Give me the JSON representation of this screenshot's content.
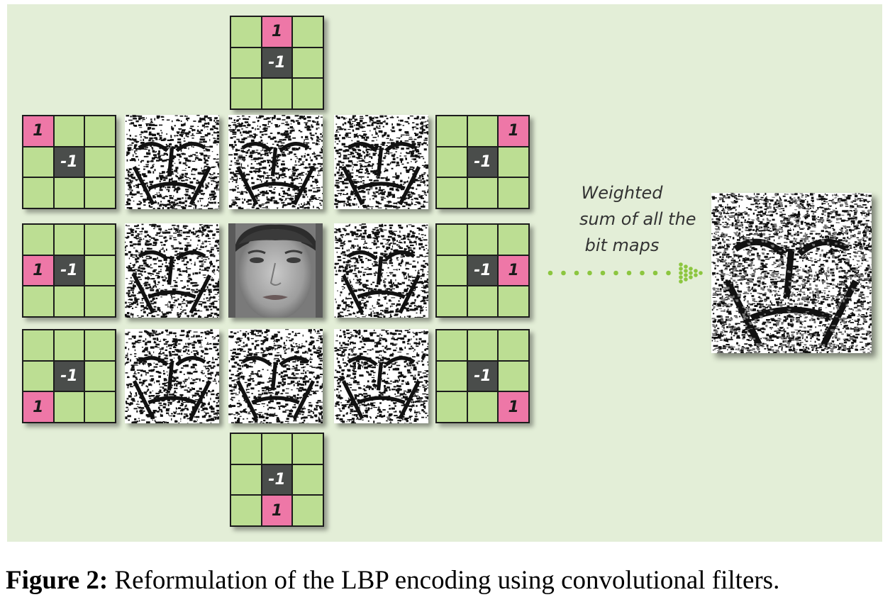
{
  "filters": [
    {
      "id": "top",
      "one_cell": 1,
      "values": [
        "1",
        "-1"
      ]
    },
    {
      "id": "top-left",
      "one_cell": 0,
      "values": [
        "1",
        "-1"
      ]
    },
    {
      "id": "top-right",
      "one_cell": 2,
      "values": [
        "1",
        "-1"
      ]
    },
    {
      "id": "left",
      "one_cell": 3,
      "values": [
        "1",
        "-1"
      ]
    },
    {
      "id": "right",
      "one_cell": 5,
      "values": [
        "1",
        "-1"
      ]
    },
    {
      "id": "bottom-left",
      "one_cell": 6,
      "values": [
        "1",
        "-1"
      ]
    },
    {
      "id": "bottom-right",
      "one_cell": 8,
      "values": [
        "1",
        "-1"
      ]
    },
    {
      "id": "bottom",
      "one_cell": 7,
      "values": [
        "1",
        "-1"
      ]
    }
  ],
  "arrow_label": [
    "Weighted",
    "sum of all the",
    "bit maps"
  ],
  "caption": {
    "label": "Figure 2:",
    "text": " Reformulation of the LBP encoding using convolutional filters."
  },
  "colors": {
    "panel": "#e3eed7",
    "cell": "#bcde93",
    "positive": "#ee77a7",
    "center": "#4a4d4b",
    "arrow": "#8cc63f"
  }
}
